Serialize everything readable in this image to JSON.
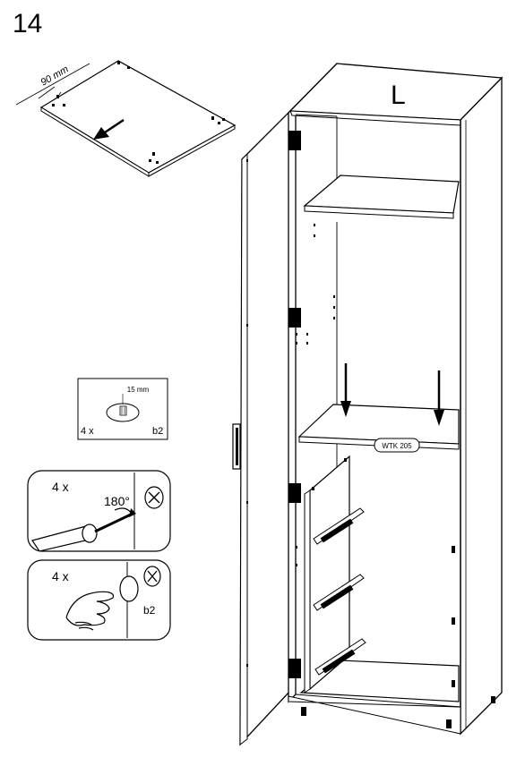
{
  "step": {
    "number": "14"
  },
  "shelf_panel": {
    "dimension_label": "90 mm"
  },
  "cabinet": {
    "side_label": "L",
    "part_badge": "WTK 205"
  },
  "detail_box": {
    "dimension_label": "15 mm",
    "quantity": "4 x",
    "part_code": "b2"
  },
  "drill_detail": {
    "quantity": "4 x",
    "angle": "180°"
  },
  "insert_detail": {
    "quantity": "4 x",
    "part_code": "b2"
  }
}
